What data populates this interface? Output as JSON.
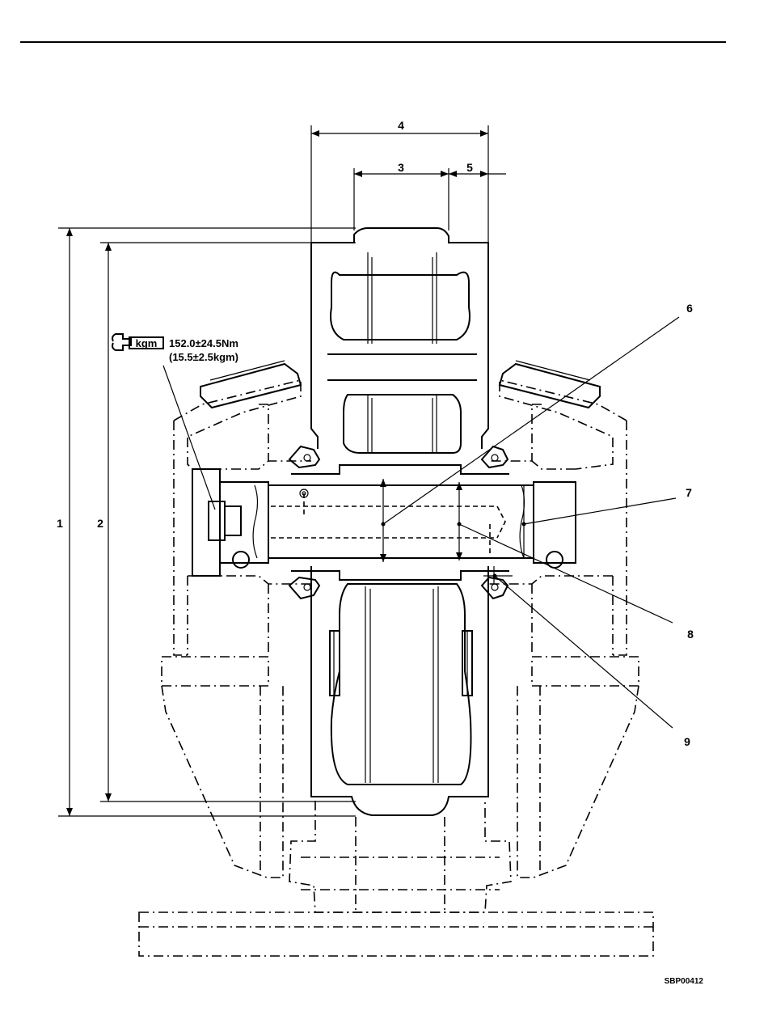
{
  "figure": {
    "callouts": [
      "1",
      "2",
      "3",
      "4",
      "5",
      "6",
      "7",
      "8",
      "9"
    ],
    "torque_icon": "torque-wrench-icon",
    "torque_icon_text": "kgm",
    "torque_line1": "152.0±24.5Nm",
    "torque_line2": "(15.5±2.5kgm)",
    "figure_code": "SBP00412"
  }
}
